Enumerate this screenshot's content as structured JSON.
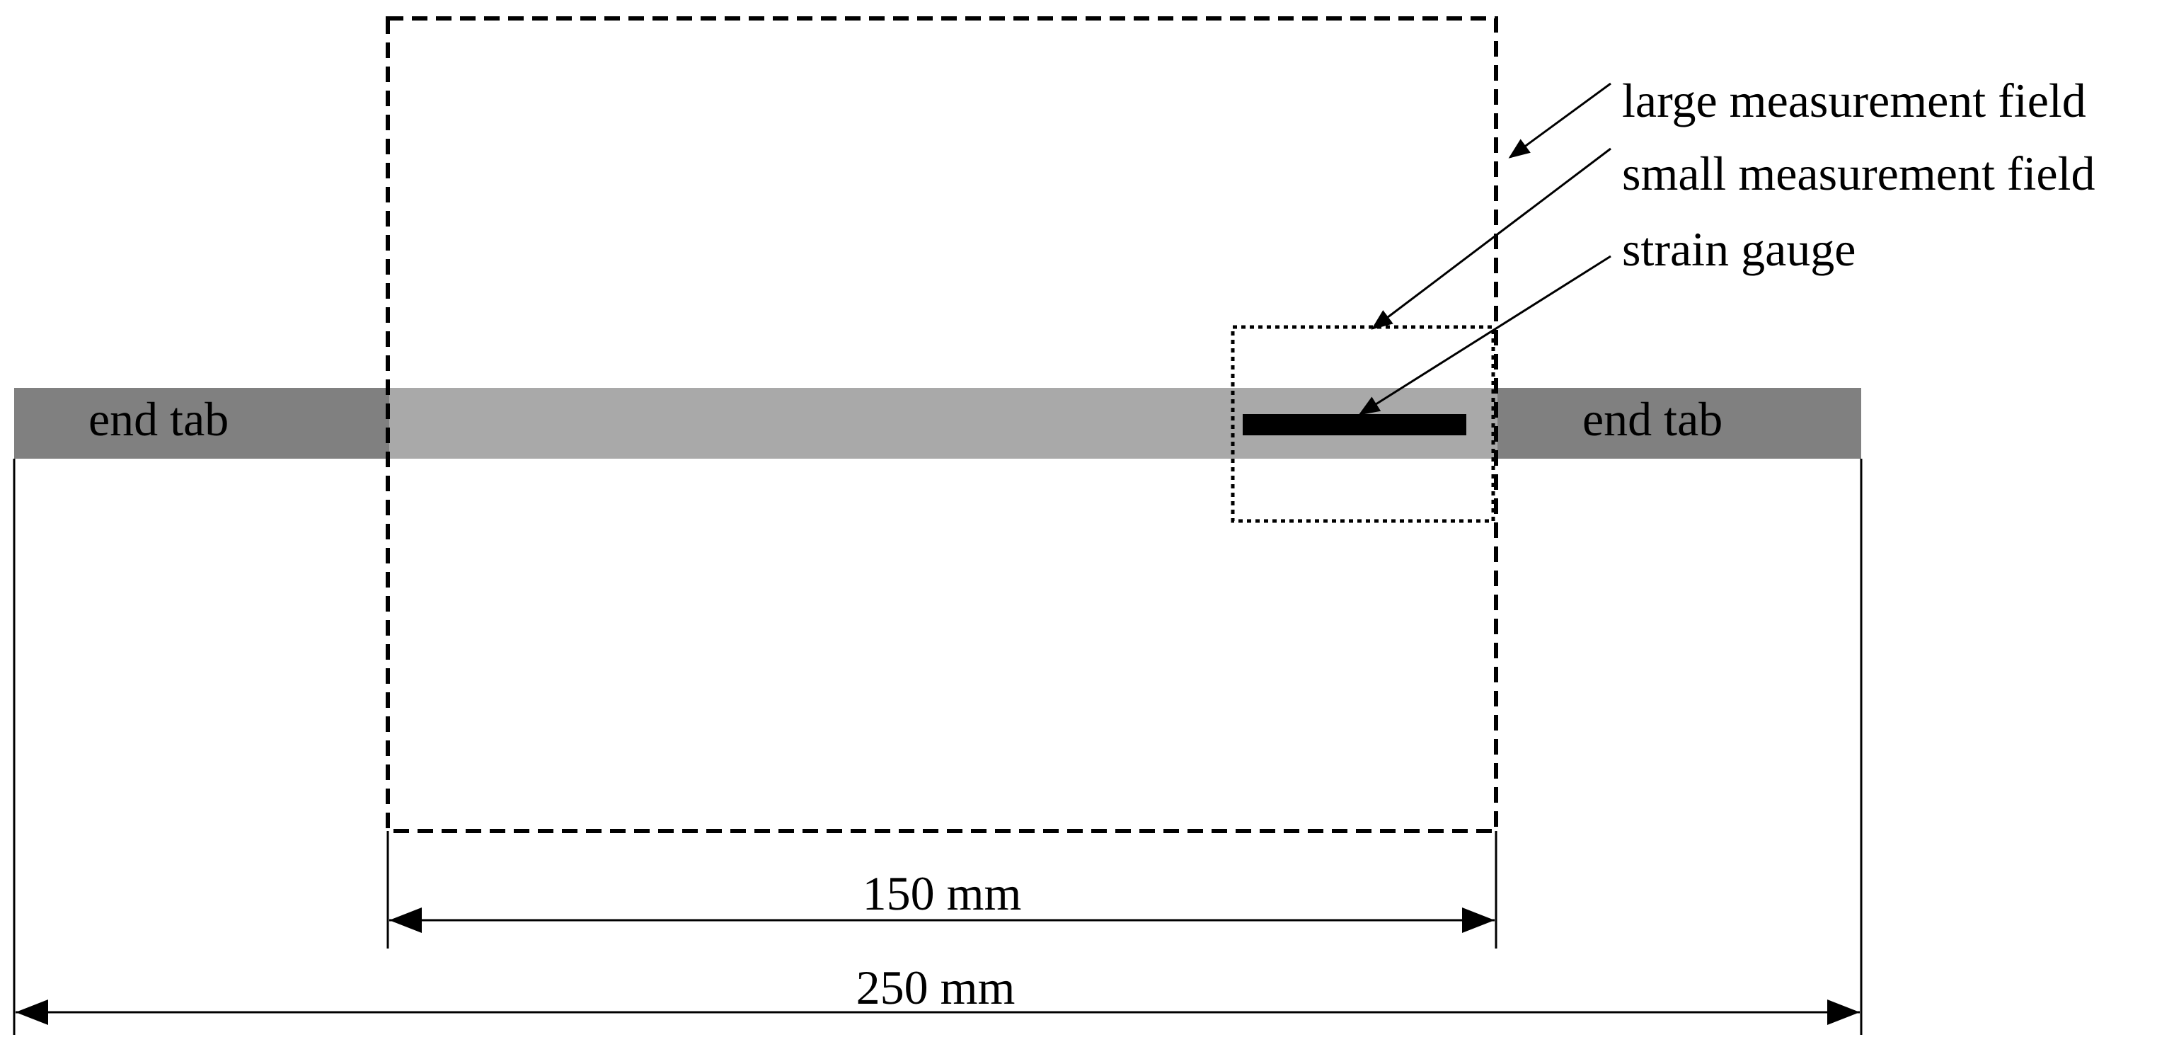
{
  "labels": {
    "end_tab_left": "end tab",
    "end_tab_right": "end tab",
    "large_field": "large measurement field",
    "small_field": "small measurement field",
    "strain_gauge": "strain gauge",
    "dim_inner": "150 mm",
    "dim_outer": "250 mm"
  },
  "colors": {
    "end_tab": "#808080",
    "specimen": "#a9a9a9",
    "line": "#000000",
    "text": "#000000"
  }
}
